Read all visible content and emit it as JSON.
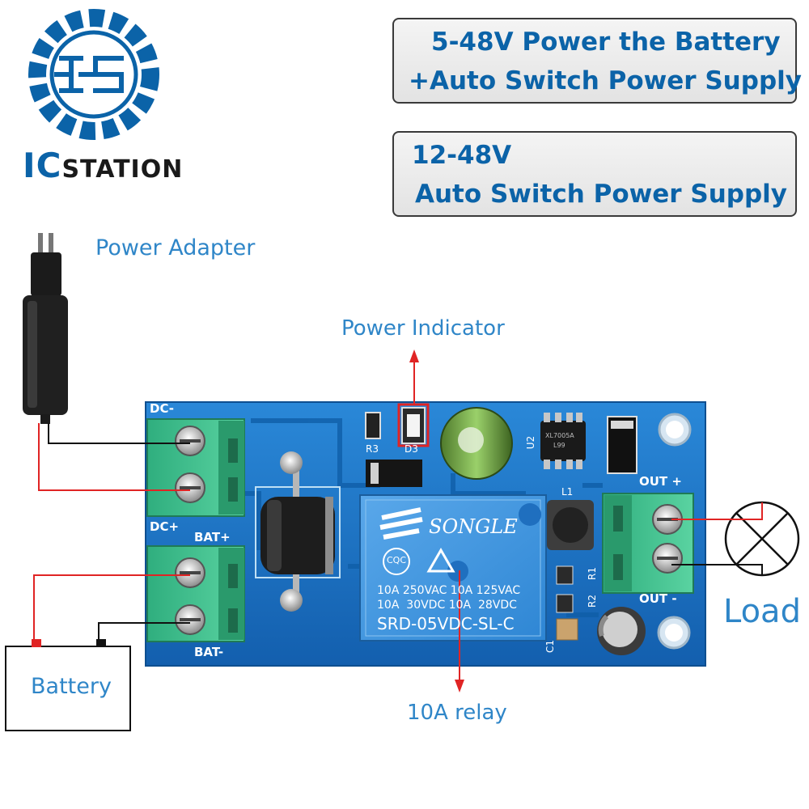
{
  "brand": {
    "logo_text": "IS",
    "name_part1": "IC",
    "name_part2": "STATION",
    "primary_color": "#0b63a8",
    "dark_color": "#1a1a1a"
  },
  "feature_boxes": [
    {
      "line1": "5-48V Power the Battery",
      "line2": "+Auto Switch Power Supply"
    },
    {
      "line1": "12-48V",
      "line2": "Auto Switch Power Supply"
    }
  ],
  "callouts": {
    "power_adapter": "Power Adapter",
    "power_indicator": "Power Indicator",
    "relay": "10A relay",
    "load": "Load",
    "battery": "Battery"
  },
  "board": {
    "color": "#1a6fc0",
    "terminal_labels": {
      "dc_minus": "DC-",
      "dc_plus": "DC+",
      "bat_plus": "BAT+",
      "bat_minus": "BAT-",
      "out_plus": "OUT +",
      "out_minus": "OUT -"
    },
    "silkscreen": {
      "r3": "R3",
      "d3": "D3",
      "u2": "U2",
      "l1": "L1",
      "r1": "R1",
      "r2": "R2",
      "c1": "C1"
    },
    "chip_text": [
      "XL7005A",
      "L99"
    ],
    "relay": {
      "brand": "SONGLE",
      "ratings": [
        "10A 250VAC 10A 125VAC",
        "10A  30VDC 10A  28VDC"
      ],
      "model": "SRD-05VDC-SL-C",
      "cert": "CQC"
    }
  },
  "wire_colors": {
    "red": "#e02424",
    "black": "#111111"
  }
}
